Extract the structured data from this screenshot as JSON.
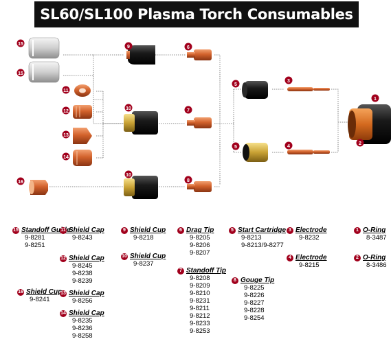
{
  "title": "SL60/SL100 Plasma Torch Consumables",
  "diagram_callouts": [
    "1",
    "2",
    "3",
    "4",
    "5",
    "5",
    "6",
    "7",
    "8",
    "9",
    "10",
    "10",
    "11",
    "12",
    "13",
    "14",
    "15",
    "15",
    "16"
  ],
  "legend": [
    {
      "num": "15",
      "name": "Standoff Guide",
      "parts": [
        "9-8281",
        "9-8251"
      ]
    },
    {
      "num": "16",
      "name": "Shield Cup",
      "parts": [
        "9-8241"
      ]
    },
    {
      "num": "11",
      "name": "Shield Cap",
      "parts": [
        "9-8243"
      ]
    },
    {
      "num": "12",
      "name": "Shield Cap",
      "parts": [
        "9-8245",
        "9-8238",
        "9-8239"
      ]
    },
    {
      "num": "13",
      "name": "Shield Cap",
      "parts": [
        "9-8256"
      ]
    },
    {
      "num": "14",
      "name": "Shield Cap",
      "parts": [
        "9-8235",
        "9-8236",
        "9-8258"
      ]
    },
    {
      "num": "9",
      "name": "Shield Cup",
      "parts": [
        "9-8218"
      ]
    },
    {
      "num": "10",
      "name": "Shield Cup",
      "parts": [
        "9-8237"
      ]
    },
    {
      "num": "6",
      "name": "Drag Tip",
      "parts": [
        "9-8205",
        "9-8206",
        "9-8207"
      ]
    },
    {
      "num": "7",
      "name": "Standoff Tip",
      "parts": [
        "9-8208",
        "9-8209",
        "9-8210",
        "9-8231",
        "9-8211",
        "9-8212",
        "9-8233",
        "9-8253"
      ]
    },
    {
      "num": "5",
      "name": "Start Cartridge",
      "parts": [
        "9-8213",
        "9-8213/9-8277"
      ]
    },
    {
      "num": "8",
      "name": "Gouge Tip",
      "parts": [
        "9-8225",
        "9-8226",
        "9-8227",
        "9-8228",
        "9-8254"
      ]
    },
    {
      "num": "3",
      "name": "Electrode",
      "parts": [
        "9-8232"
      ]
    },
    {
      "num": "4",
      "name": "Electrode",
      "parts": [
        "9-8215"
      ]
    },
    {
      "num": "1",
      "name": "O-Ring",
      "parts": [
        "8-3487"
      ]
    },
    {
      "num": "2",
      "name": "O-Ring",
      "parts": [
        "8-3486"
      ]
    }
  ]
}
